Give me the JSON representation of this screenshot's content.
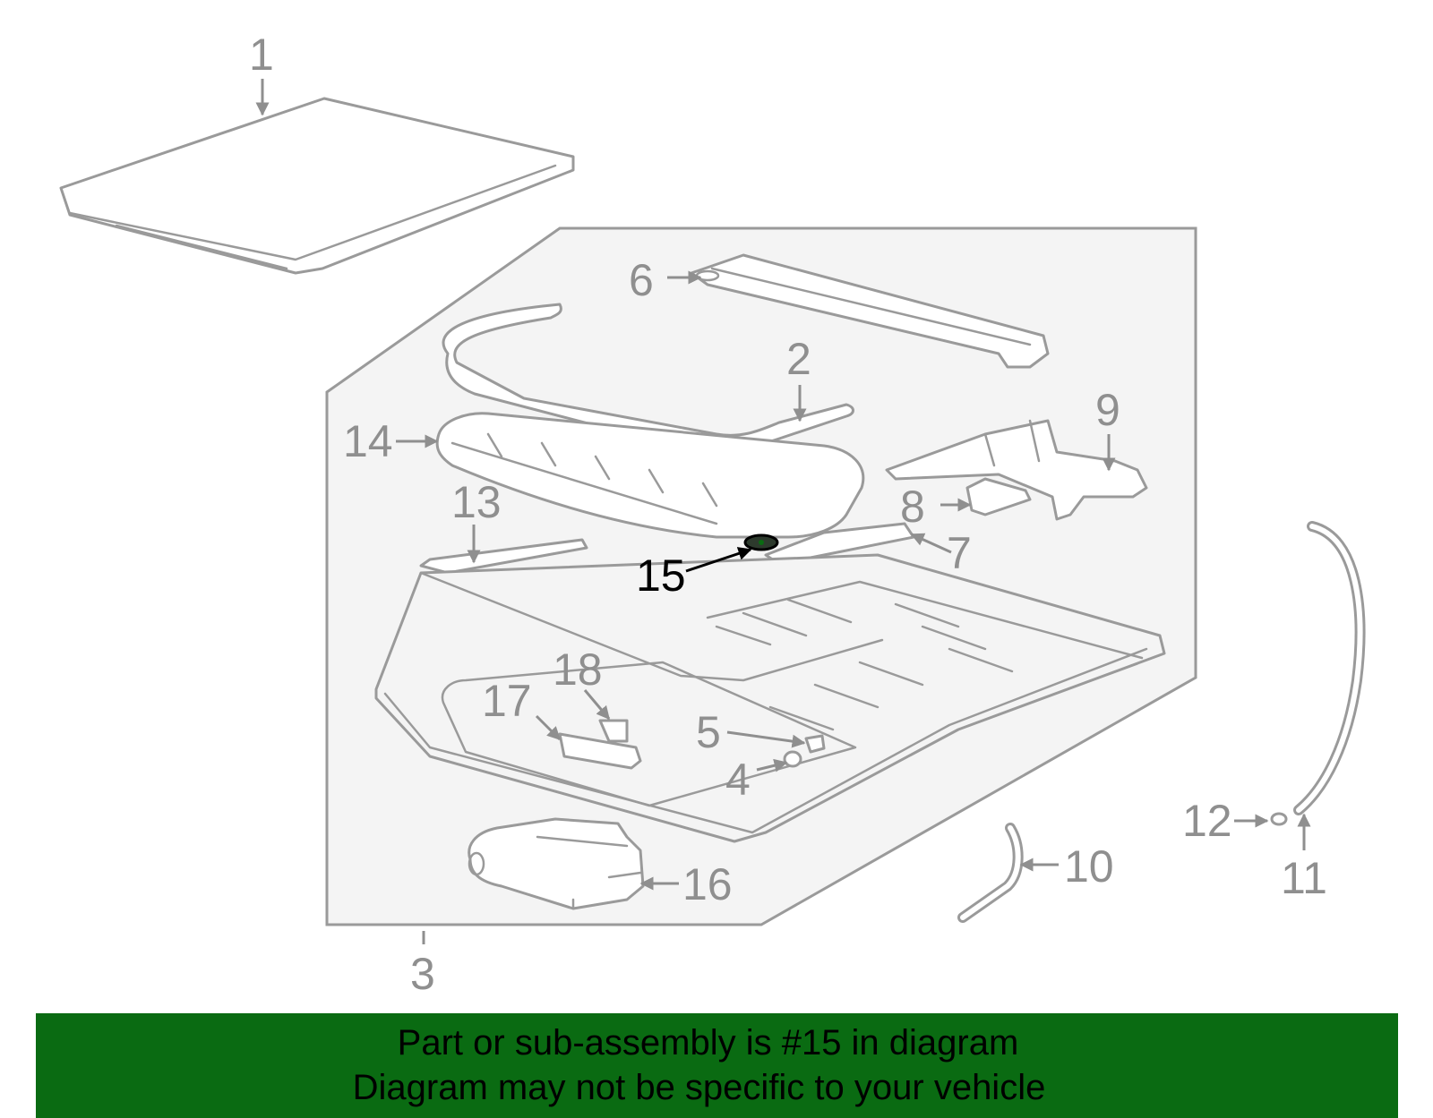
{
  "callouts": {
    "c1": "1",
    "c2": "2",
    "c3": "3",
    "c4": "4",
    "c5": "5",
    "c6": "6",
    "c7": "7",
    "c8": "8",
    "c9": "9",
    "c10": "10",
    "c11": "11",
    "c12": "12",
    "c13": "13",
    "c14": "14",
    "c15": "15",
    "c16": "16",
    "c17": "17",
    "c18": "18"
  },
  "highlighted_part": "15",
  "colors": {
    "banner": "#0a6b12",
    "highlight": "#000000",
    "line_art": "#9a9a9a",
    "panel": "#f4f4f4"
  },
  "banner": {
    "line1": "Part or sub-assembly is #15 in diagram",
    "line2": "Diagram may not be specific to your vehicle"
  }
}
